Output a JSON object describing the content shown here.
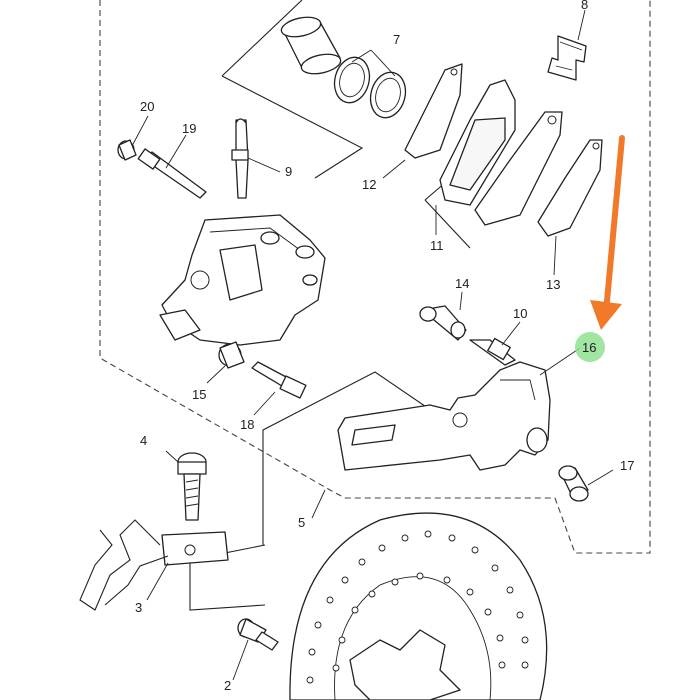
{
  "labels": {
    "p2": "2",
    "p3": "3",
    "p4": "4",
    "p5": "5",
    "p7": "7",
    "p8": "8",
    "p9": "9",
    "p10": "10",
    "p11": "11",
    "p12": "12",
    "p13": "13",
    "p14": "14",
    "p15": "15",
    "p16": "16",
    "p17": "17",
    "p18": "18",
    "p19": "19",
    "p20": "20"
  },
  "colors": {
    "highlight": "#8fe08f",
    "arrow": "#f07a2a",
    "ink": "#222222"
  }
}
